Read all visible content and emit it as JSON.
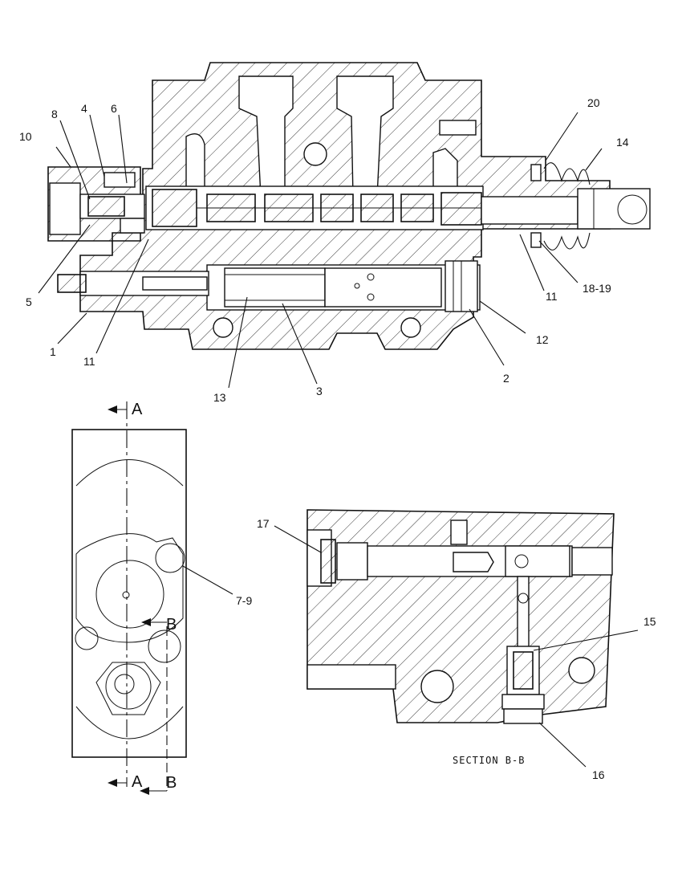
{
  "labels": {
    "l1": "1",
    "l2": "2",
    "l3": "3",
    "l4": "4",
    "l5": "5",
    "l6": "6",
    "l8": "8",
    "l10": "10",
    "l11a": "11",
    "l11b": "11",
    "l12": "12",
    "l13": "13",
    "l14": "14",
    "l15": "15",
    "l16": "16",
    "l17": "17",
    "l18_19": "18-19",
    "l20": "20",
    "l7_9": "7-9"
  },
  "section_marks": {
    "a_top": "A",
    "a_bottom": "A",
    "b_mid": "B",
    "b_bottom": "B"
  },
  "section_title": "SECTION B-B"
}
